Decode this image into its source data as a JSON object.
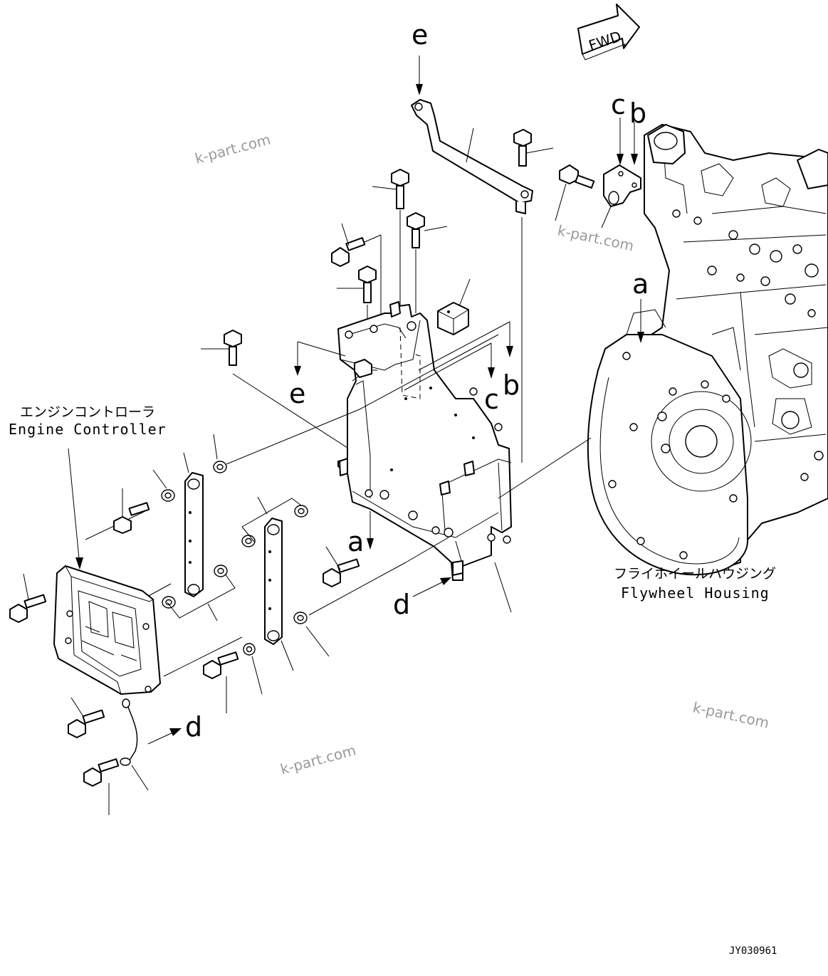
{
  "callouts": {
    "a_upper": "a",
    "a_lower": "a",
    "b_upper": "b",
    "b_lower": "b",
    "c_upper": "c",
    "c_lower": "c",
    "d_right": "d",
    "d_left": "d",
    "e_upper": "e",
    "e_lower": "e"
  },
  "fwd_label": "FWD",
  "labels": {
    "engine_controller_jp": "エンジンコントローラ",
    "engine_controller_en": "Engine Controller",
    "flywheel_housing_jp": "フライホイールハウジング",
    "flywheel_housing_en": "Flywheel Housing"
  },
  "watermarks": [
    "k-part.com",
    "k-part.com",
    "k-part.com",
    "k-part.com"
  ],
  "figure_id": "JY030961"
}
